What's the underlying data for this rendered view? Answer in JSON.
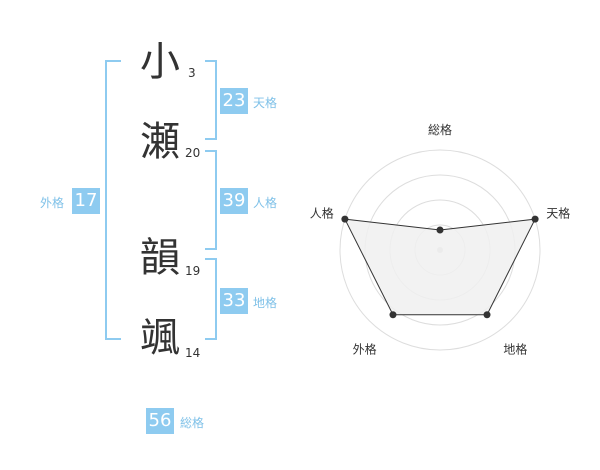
{
  "name_chars": [
    {
      "char": "小",
      "strokes": "3"
    },
    {
      "char": "瀬",
      "strokes": "20"
    },
    {
      "char": "韻",
      "strokes": "19"
    },
    {
      "char": "颯",
      "strokes": "14"
    }
  ],
  "fortunes": {
    "ten": {
      "value": "23",
      "label": "天格"
    },
    "jin": {
      "value": "39",
      "label": "人格"
    },
    "chi": {
      "value": "33",
      "label": "地格"
    },
    "gai": {
      "value": "17",
      "label": "外格"
    },
    "sou": {
      "value": "56",
      "label": "総格"
    }
  },
  "colors": {
    "accent": "#8ecbf0",
    "accent_text": "#7fc1e8",
    "text": "#333333",
    "grid": "#dddddd",
    "fill": "#f0f0f0"
  },
  "chart_data": {
    "type": "radar",
    "axes": [
      "総格",
      "天格",
      "地格",
      "外格",
      "人格"
    ],
    "values": [
      1,
      5,
      4,
      4,
      5
    ],
    "max": 5,
    "rings": 4
  }
}
